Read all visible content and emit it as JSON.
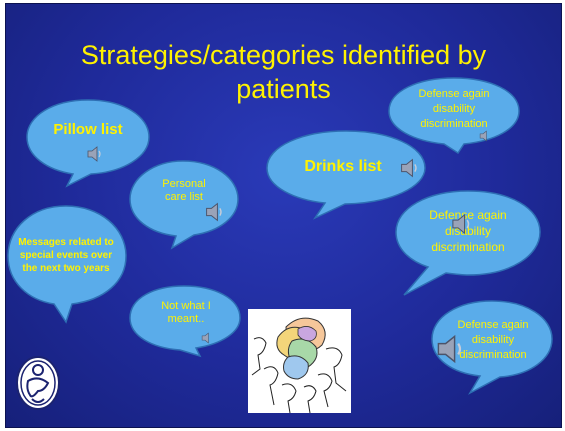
{
  "slide": {
    "title_line1": "Strategies/categories identified by",
    "title_line2": "patients"
  },
  "bubbles": {
    "pillow": "Pillow list",
    "personal_care": "Personal care list",
    "drinks": "Drinks list",
    "defense_top": "Defense again disability discrimination",
    "defense_mid": "Defense again disability discrimination",
    "defense_bottom": "Defense again disability discrimination",
    "messages": "Messages related to special events over the next two years",
    "not_what": "Not what I meant.."
  },
  "colors": {
    "background": "#1f2a9a",
    "title_text": "#fff200",
    "bubble_fill": "#58a9e8",
    "bubble_text": "#fff200"
  },
  "icons": [
    "speaker-icon",
    "hospital-logo-icon",
    "people-talking-picture"
  ]
}
